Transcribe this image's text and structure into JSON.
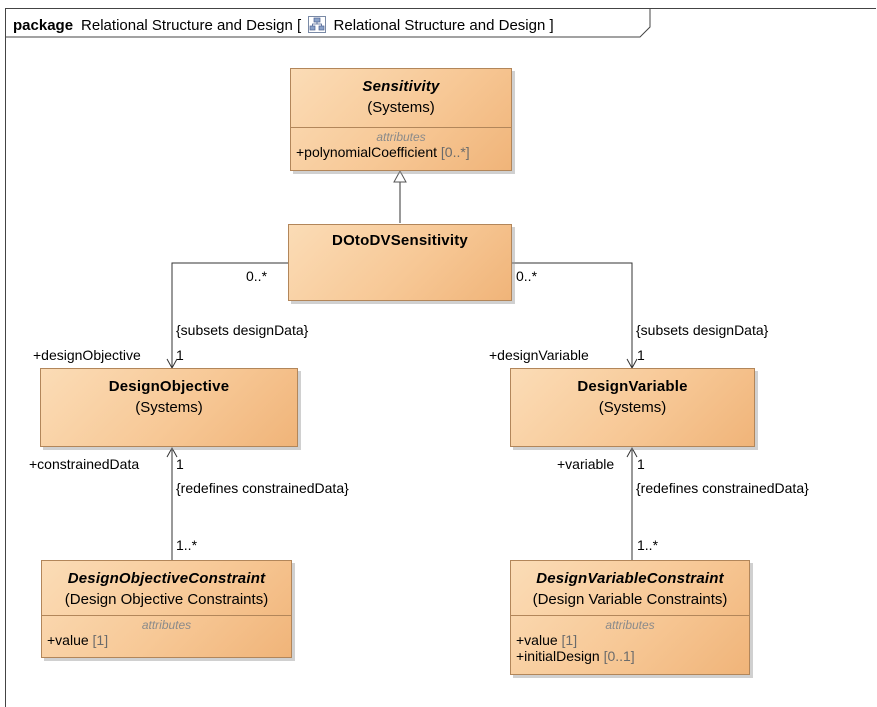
{
  "package": {
    "keyword": "package",
    "name": "Relational Structure and Design",
    "diagram_ref": "Relational Structure and Design",
    "bracket_open": "[",
    "bracket_close": "]"
  },
  "classes": {
    "sensitivity": {
      "name": "Sensitivity",
      "stereo": "(Systems)",
      "attr_title": "attributes",
      "attrs": [
        {
          "name": "+polynomialCoefficient",
          "mult": "[0..*]"
        }
      ]
    },
    "dotodv": {
      "name": "DOtoDVSensitivity"
    },
    "design_objective": {
      "name": "DesignObjective",
      "stereo": "(Systems)"
    },
    "design_variable": {
      "name": "DesignVariable",
      "stereo": "(Systems)"
    },
    "do_constraint": {
      "name": "DesignObjectiveConstraint",
      "stereo": "(Design Objective Constraints)",
      "attr_title": "attributes",
      "attrs": [
        {
          "name": "+value",
          "mult": "[1]"
        }
      ]
    },
    "dv_constraint": {
      "name": "DesignVariableConstraint",
      "stereo": "(Design Variable Constraints)",
      "attr_title": "attributes",
      "attrs": [
        {
          "name": "+value",
          "mult": "[1]"
        },
        {
          "name": "+initialDesign",
          "mult": "[0..1]"
        }
      ]
    }
  },
  "labels": {
    "left_mult_top": "0..*",
    "right_mult_top": "0..*",
    "left_subsets": "{subsets designData}",
    "right_subsets": "{subsets designData}",
    "left_role": "+designObjective",
    "left_role_mult": "1",
    "right_role": "+designVariable",
    "right_role_mult": "1",
    "left_constrained_role": "+constrainedData",
    "left_constrained_mult": "1",
    "right_variable_role": "+variable",
    "right_variable_mult": "1",
    "left_redefines": "{redefines constrainedData}",
    "right_redefines": "{redefines constrainedData}",
    "left_bottom_mult": "1..*",
    "right_bottom_mult": "1..*"
  },
  "colors": {
    "class_fill": "#f7c896",
    "class_border": "#b2865a",
    "attr_title": "#8a8a8a",
    "line": "#333333"
  },
  "icons": {
    "diagram_ref": "class-diagram-icon"
  }
}
